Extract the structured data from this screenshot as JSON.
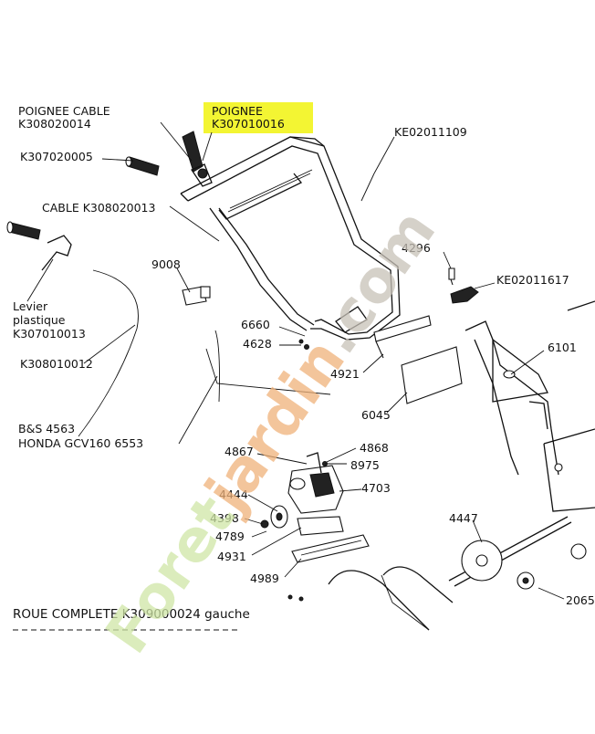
{
  "highlight_color": "#f3f533",
  "watermark": {
    "text": "Foretjardin.com",
    "color_green": "#cfe6a6",
    "color_orange": "#f0b27a",
    "color_grey": "#c8c2b8"
  },
  "labels": {
    "poignee_cable_title": "POIGNEE CABLE",
    "poignee_cable_ref": "K308020014",
    "poignee_title": "POIGNEE",
    "poignee_ref": "K307010016",
    "grip_ref": "K307020005",
    "handlebar_ref": "KE02011109",
    "cable_label": "CABLE K308020013",
    "part_9008": "9008",
    "part_4296": "4296",
    "bracket_ref": "KE02011617",
    "levier_1": "Levier",
    "levier_2": "plastique",
    "levier_ref": "K307010013",
    "part_6660": "6660",
    "part_4628": "4628",
    "part_6101": "6101",
    "part_4921": "4921",
    "cable_ref": "K308010012",
    "part_6045": "6045",
    "bs": "B&S  4563",
    "honda": "HONDA GCV160  6553",
    "part_4867": "4867",
    "part_4868": "4868",
    "part_8975": "8975",
    "part_4444": "4444",
    "part_4703": "4703",
    "part_4398": "4398",
    "part_4789": "4789",
    "part_4447": "4447",
    "part_4931": "4931",
    "part_4989": "4989",
    "part_2065": "2065",
    "roue_complete": "ROUE COMPLETE  K309000024 gauche"
  }
}
